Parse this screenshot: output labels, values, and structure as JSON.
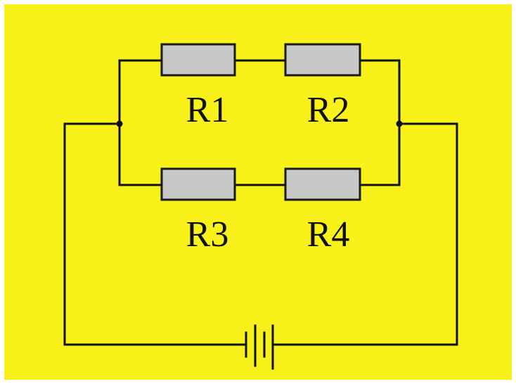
{
  "colors": {
    "background": "#f8f21a",
    "wire": "#111111",
    "resistor_fill": "#c8c8c8",
    "resistor_stroke": "#1a1a1a"
  },
  "resistors": [
    {
      "id": "r1",
      "label": "R1"
    },
    {
      "id": "r2",
      "label": "R2"
    },
    {
      "id": "r3",
      "label": "R3"
    },
    {
      "id": "r4",
      "label": "R4"
    }
  ],
  "battery": {
    "icon": "battery-icon"
  }
}
